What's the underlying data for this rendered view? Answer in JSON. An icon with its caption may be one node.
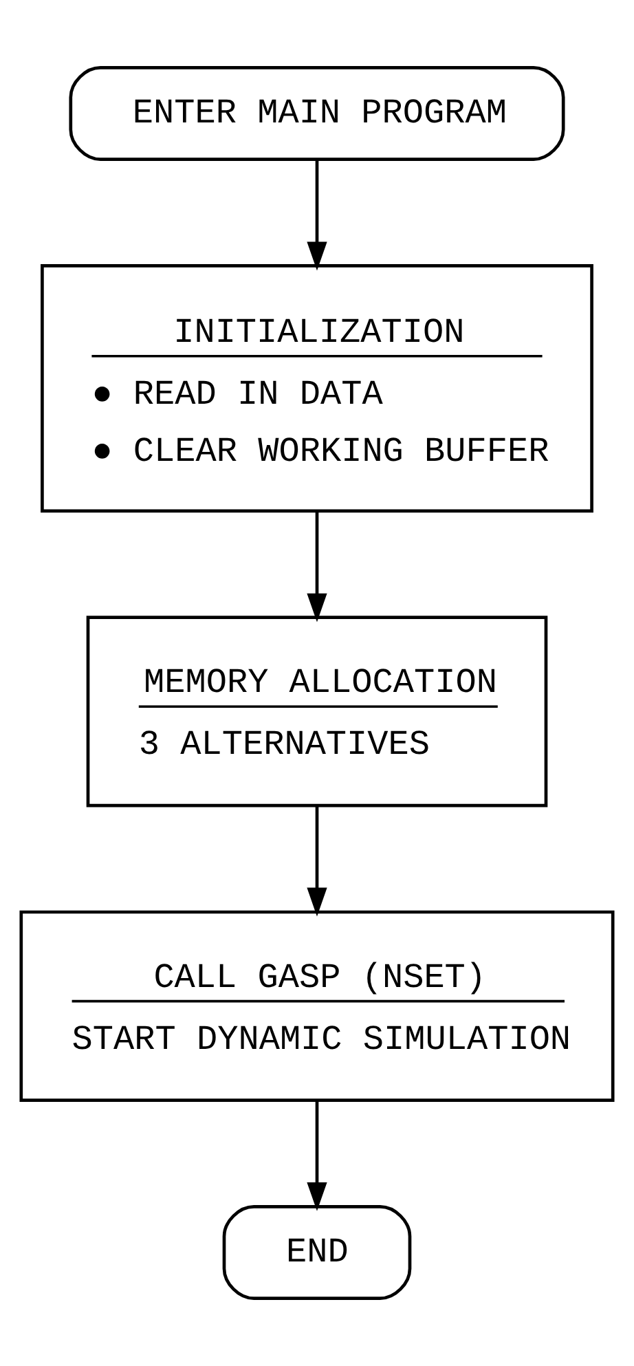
{
  "diagram": {
    "nodes": [
      {
        "text": [
          "ENTER MAIN PROGRAM"
        ]
      },
      {
        "text": [
          "INITIALIZATION",
          "● READ IN DATA",
          "● CLEAR WORKING BUFFER"
        ]
      },
      {
        "text": [
          "MEMORY ALLOCATION",
          "3 ALTERNATIVES"
        ]
      },
      {
        "text": [
          "CALL GASP (NSET)",
          "START DYNAMIC SIMULATION"
        ]
      },
      {
        "text": [
          "END"
        ]
      }
    ],
    "edges": [
      {
        "from": 0,
        "to": 1,
        "arrow": "to"
      },
      {
        "from": 1,
        "to": 2,
        "arrow": "to"
      },
      {
        "from": 2,
        "to": 3,
        "arrow": "to"
      },
      {
        "from": 3,
        "to": 4,
        "arrow": "to"
      }
    ]
  }
}
